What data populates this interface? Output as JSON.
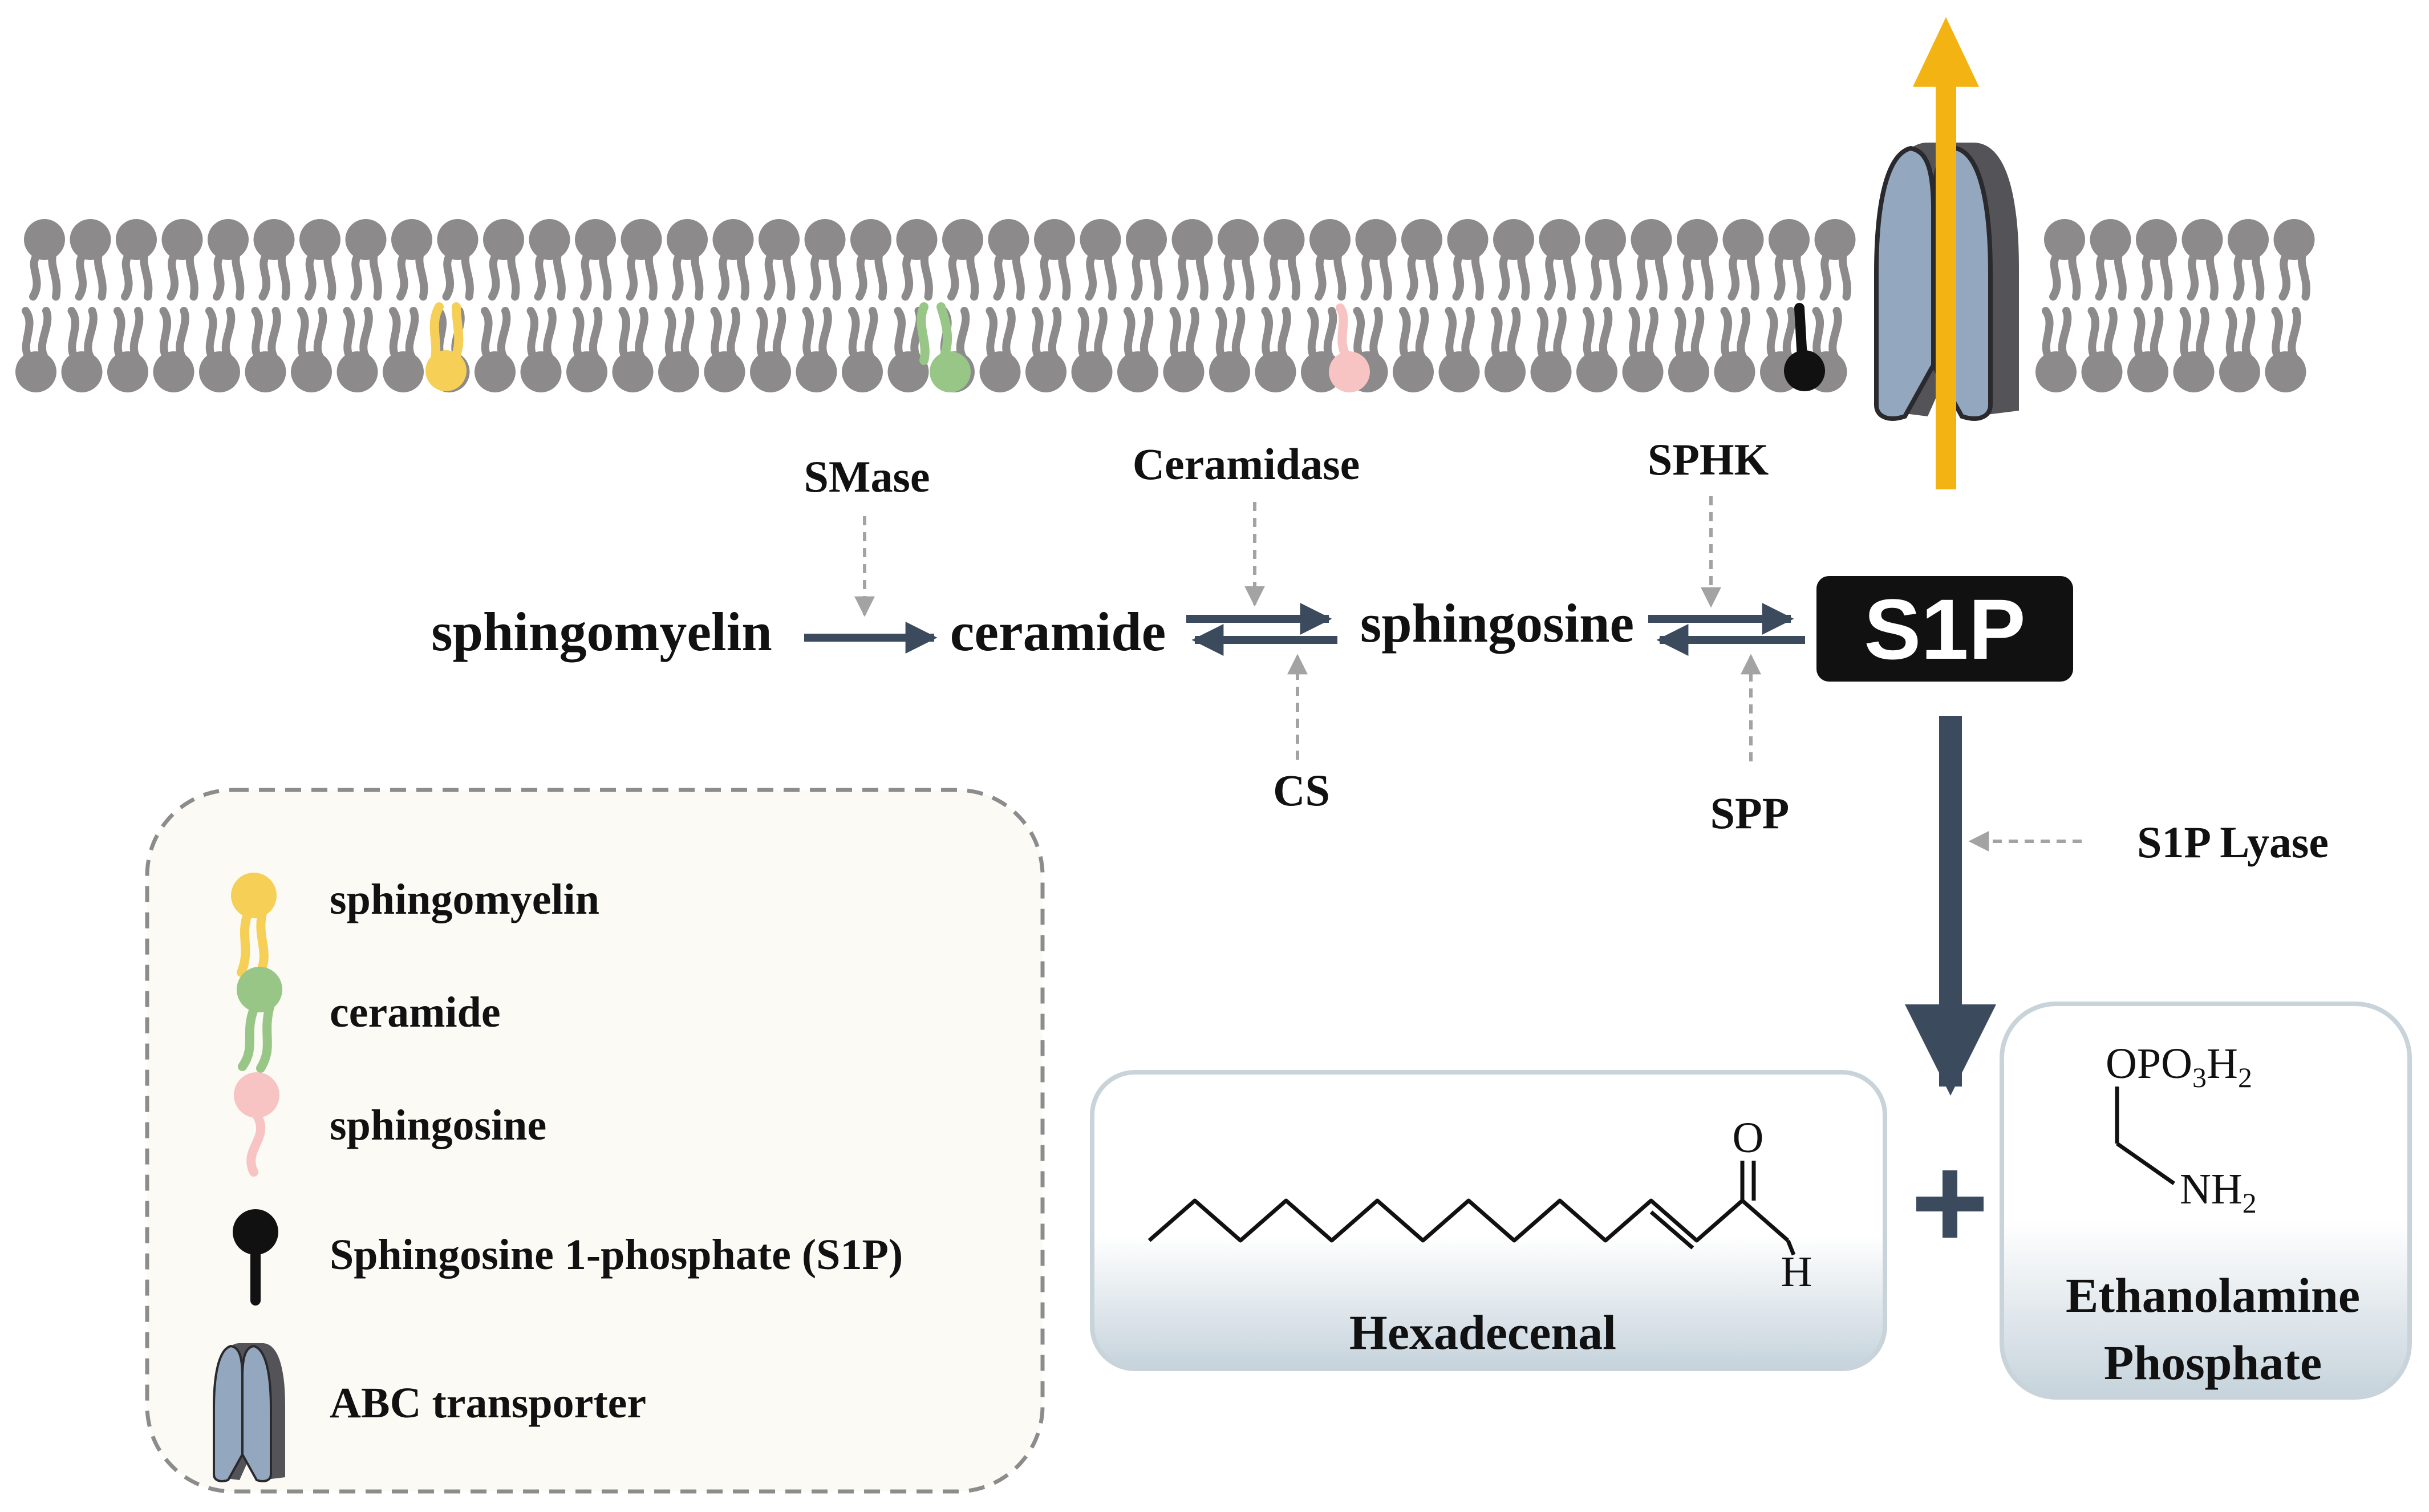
{
  "colors": {
    "membrane": "#8c8a8b",
    "sphingomyelin": "#f6cf57",
    "ceramide": "#98c686",
    "sphingosine": "#f7c3c3",
    "s1p": "#111111",
    "transporter_front": "#93a7bf",
    "transporter_back": "#545458",
    "export_arrow": "#f3b413",
    "pathway_arrow": "#3b4a5c",
    "enzyme_arrow": "#a3a3a3",
    "legend_bg": "#fcfaf5",
    "legend_border": "#8c8c8c"
  },
  "pathway": {
    "sphingomyelin": "sphingomyelin",
    "ceramide": "ceramide",
    "sphingosine": "sphingosine",
    "s1p": "S1P"
  },
  "enzymes": {
    "smase": "SMase",
    "ceramidase": "Ceramidase",
    "cs": "CS",
    "sphk": "SPHK",
    "spp": "SPP",
    "s1p_lyase": "S1P Lyase"
  },
  "legend": {
    "items": [
      {
        "label": "sphingomyelin",
        "icon": "sphingomyelin-lipid-icon"
      },
      {
        "label": "ceramide",
        "icon": "ceramide-lipid-icon"
      },
      {
        "label": "sphingosine",
        "icon": "sphingosine-lipid-icon"
      },
      {
        "label": "Sphingosine 1-phosphate (S1P)",
        "icon": "s1p-lipid-icon"
      },
      {
        "label": "ABC transporter",
        "icon": "abc-transporter-icon"
      }
    ]
  },
  "products": {
    "hexadecenal": {
      "name": "Hexadecenal",
      "oxygen": "O",
      "hydrogen": "H"
    },
    "plus": "+",
    "ethanolamine_phosphate": {
      "name_line1": "Ethanolamine",
      "name_line2": "Phosphate",
      "group_top_main": "OPO",
      "group_top_sub1": "3",
      "group_top_mid": "H",
      "group_top_sub2": "2",
      "group_bottom_main": "NH",
      "group_bottom_sub": "2"
    }
  }
}
